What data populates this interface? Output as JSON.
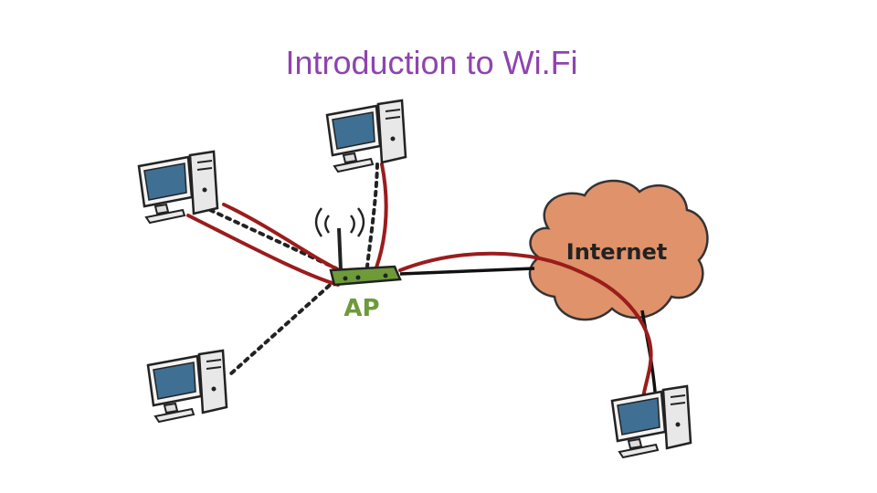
{
  "slide": {
    "title": "Introduction to Wi.Fi"
  },
  "diagram": {
    "ap_label": "AP",
    "cloud_label": "Internet",
    "colors": {
      "title": "#8e44ad",
      "path_red": "#9b1c1c",
      "wire_black": "#111111",
      "cloud_fill": "#e0926a",
      "ap_green": "#6e9a3a",
      "screen_blue": "#3f6f93"
    },
    "nodes": [
      {
        "name": "computer-left-top"
      },
      {
        "name": "computer-top"
      },
      {
        "name": "computer-left-bottom"
      },
      {
        "name": "computer-bottom-right"
      }
    ]
  }
}
